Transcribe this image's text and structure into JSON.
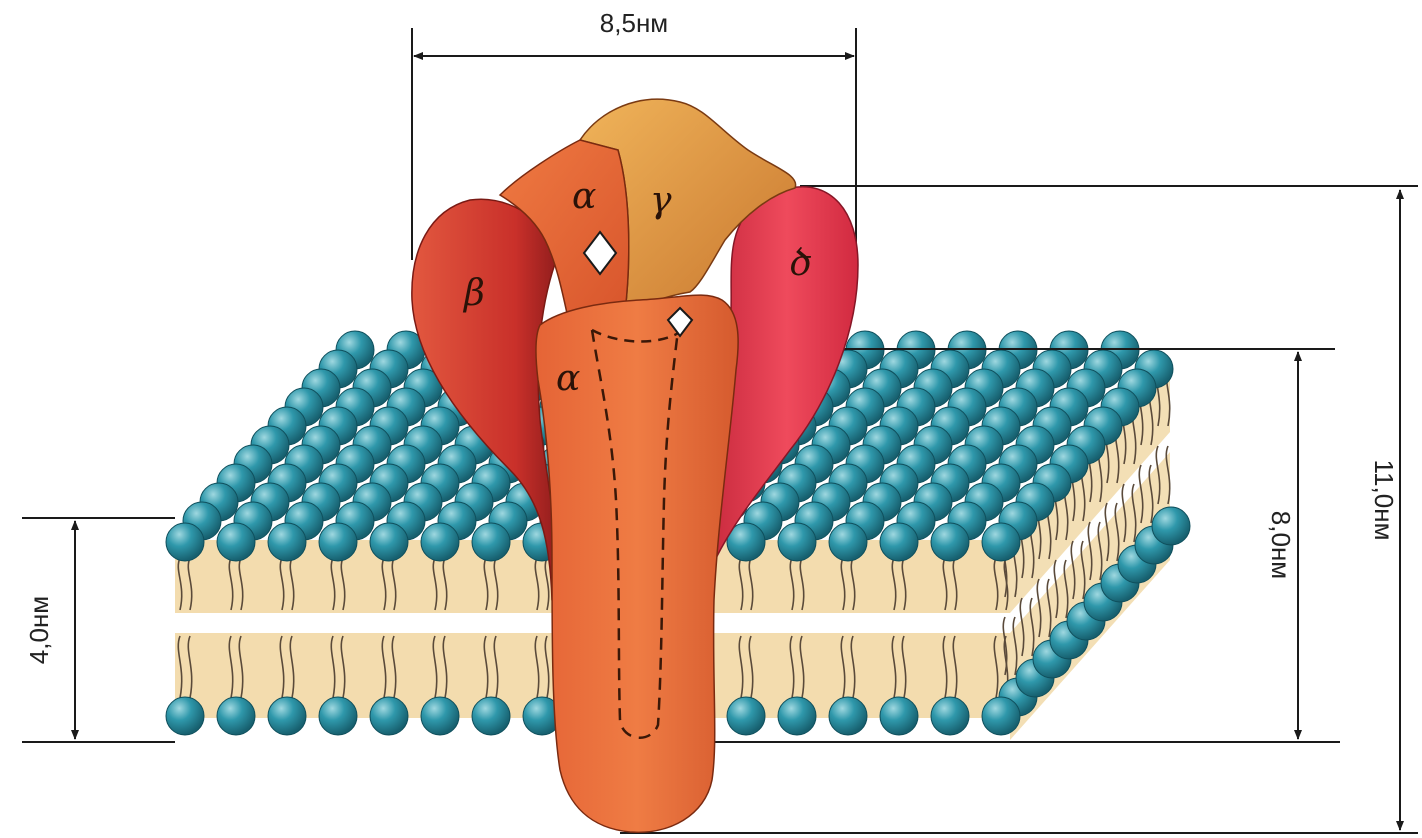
{
  "dimensions": {
    "width_label": "8,5нм",
    "height_total_label": "11,0нм",
    "height_protein_label": "8,0нм",
    "membrane_thickness_label": "4,0нм"
  },
  "subunits": {
    "alpha_top": "α",
    "gamma": "γ",
    "beta": "β",
    "delta": "ծ",
    "alpha_front": "α"
  },
  "colors": {
    "head": "#2f8fa3",
    "head_highlight": "#7cc6d2",
    "tail_band": "#f3dcae",
    "tail_line": "#5a4a3a",
    "beta": "#d5402e",
    "alpha": "#e8703a",
    "gamma": "#e6a04a",
    "delta": "#e33a4e",
    "line": "#1a1a1a"
  }
}
